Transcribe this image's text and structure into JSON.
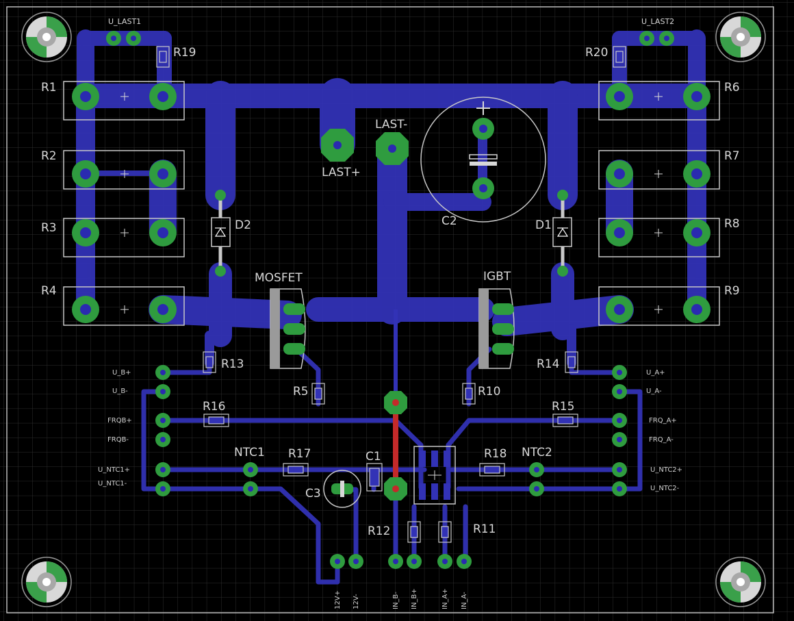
{
  "colors": {
    "background": "#000000",
    "grid": "#2e2e2e",
    "trace": "#3131b8",
    "trace_top": "#c42a2a",
    "pad": "#2f9c3f",
    "outline": "#c9c9c9",
    "text": "#d8d8d8"
  },
  "labels": {
    "r1": "R1",
    "r2": "R2",
    "r3": "R3",
    "r4": "R4",
    "r5": "R5",
    "r6": "R6",
    "r7": "R7",
    "r8": "R8",
    "r9": "R9",
    "r10": "R10",
    "r11": "R11",
    "r12": "R12",
    "r13": "R13",
    "r14": "R14",
    "r15": "R15",
    "r16": "R16",
    "r17": "R17",
    "r18": "R18",
    "r19": "R19",
    "r20": "R20",
    "c1": "C1",
    "c2": "C2",
    "c3": "C3",
    "d1": "D1",
    "d2": "D2",
    "ntc1": "NTC1",
    "ntc2": "NTC2",
    "mosfet": "MOSFET",
    "igbt": "IGBT",
    "last_plus": "LAST+",
    "last_minus": "LAST-",
    "u_last1": "U_LAST1",
    "u_last2": "U_LAST2"
  },
  "connector_labels": {
    "u_b_plus": "U_B+",
    "u_b_minus": "U_B-",
    "frqb_plus": "FRQB+",
    "frqb_minus": "FRQB-",
    "u_ntc1_plus": "U_NTC1+",
    "u_ntc1_minus": "U_NTC1-",
    "u_a_plus": "U_A+",
    "u_a_minus": "U_A-",
    "frq_a_plus": "FRQ_A+",
    "frq_a_minus": "FRQ_A-",
    "u_ntc2_plus": "U_NTC2+",
    "u_ntc2_minus": "U_NTC2-",
    "v12_plus": "12V+",
    "v12_minus": "12V-",
    "in_b_minus": "IN_B-",
    "in_b_plus": "IN_B+",
    "in_a_plus": "IN_A+",
    "in_a_minus": "IN_A-"
  }
}
